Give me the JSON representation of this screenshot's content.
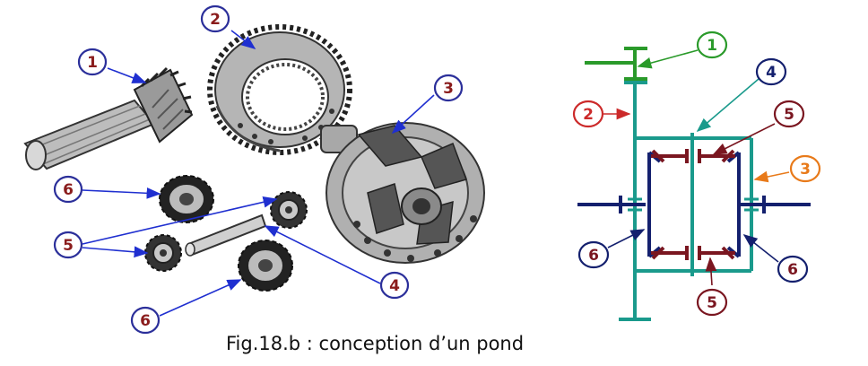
{
  "caption": "Fig.18.b : conception d’un pond",
  "photo_labels": {
    "c1": "1",
    "c2": "2",
    "c3": "3",
    "c4": "4",
    "c5": "5",
    "c6a": "6",
    "c6b": "6"
  },
  "schema_labels": {
    "s1": "1",
    "s2": "2",
    "s3": "3",
    "s4": "4",
    "s5a": "5",
    "s5b": "5",
    "s6a": "6",
    "s6b": "6"
  },
  "colors": {
    "photo_label_text": "#8a1c1c",
    "photo_label_ring": "#2b2f9a",
    "photo_arrow": "#1f2fd0",
    "casing": "#1a9a8c",
    "shaft": "#14206e",
    "planet": "#7a1620",
    "green": "#2a9a2a",
    "red": "#cc2a2a",
    "orange": "#e87a1a"
  }
}
